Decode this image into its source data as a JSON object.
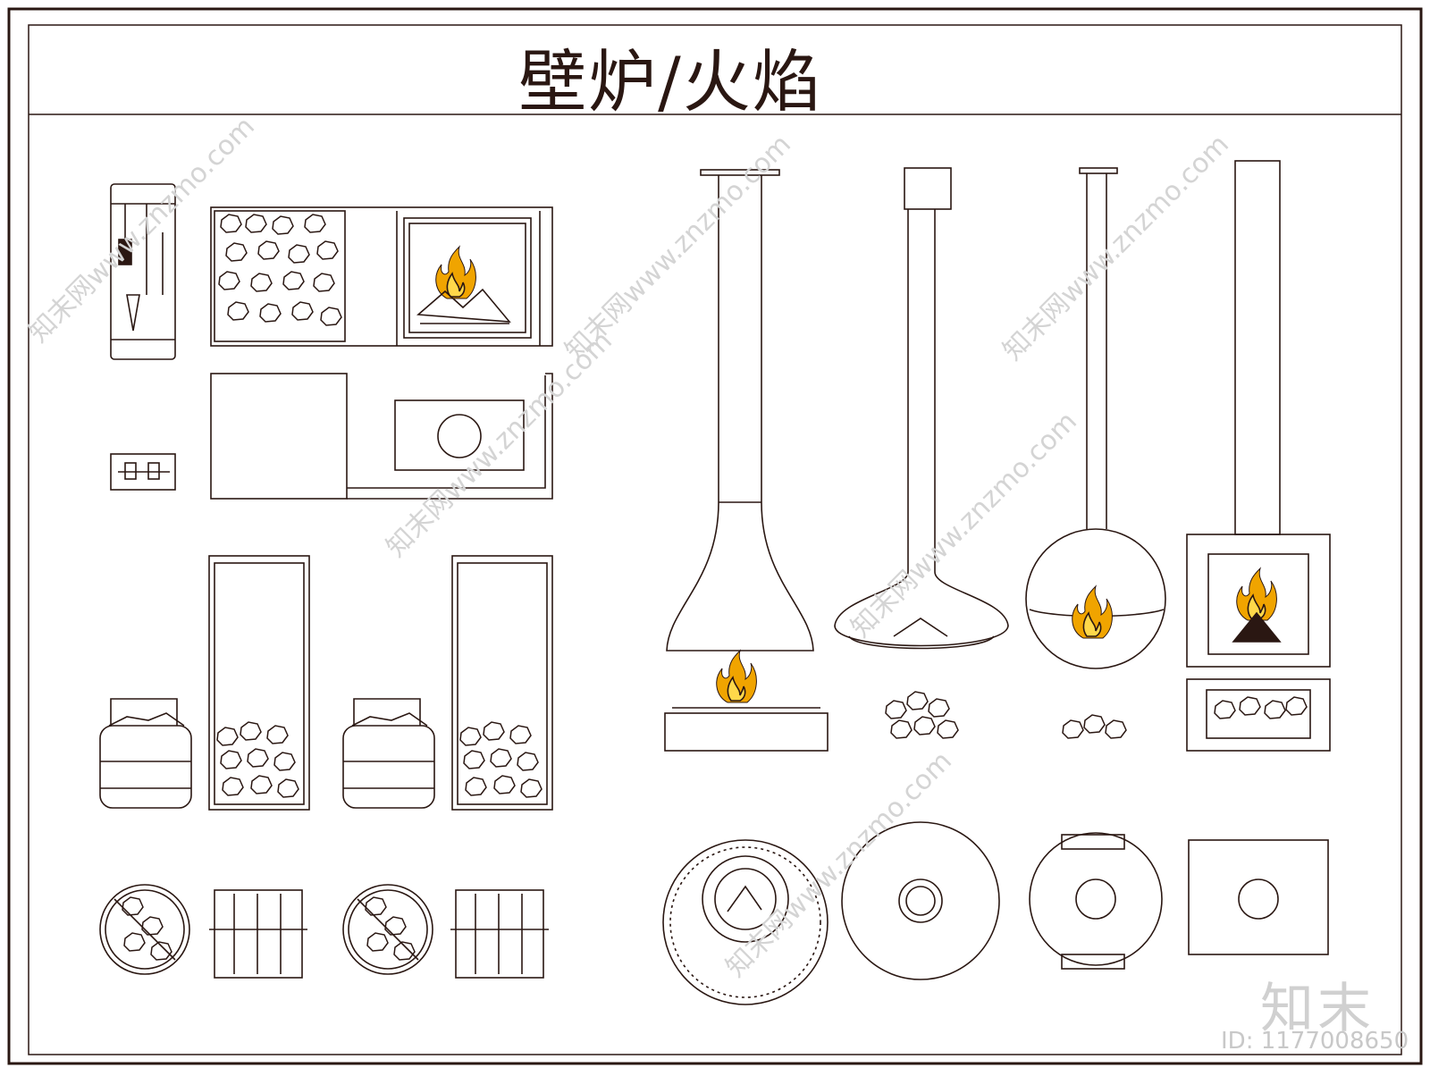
{
  "title": "壁炉/火焰",
  "watermark": {
    "text": "知末网www.znzmo.com",
    "brand": "知末",
    "id_label": "ID: 1177008650"
  },
  "colors": {
    "line": "#2a1712",
    "flame_outer": "#f0a400",
    "flame_inner": "#ffd84a",
    "ember_red": "#b02a10"
  },
  "icons": [
    "tool-rack-icon",
    "fireplace-with-wood-storage-icon",
    "tall-log-holder-icon",
    "log-basket-icon",
    "round-log-holder-icon",
    "suspended-fireplace-icon",
    "wood-stove-icon",
    "fireplace-plan-icon"
  ]
}
